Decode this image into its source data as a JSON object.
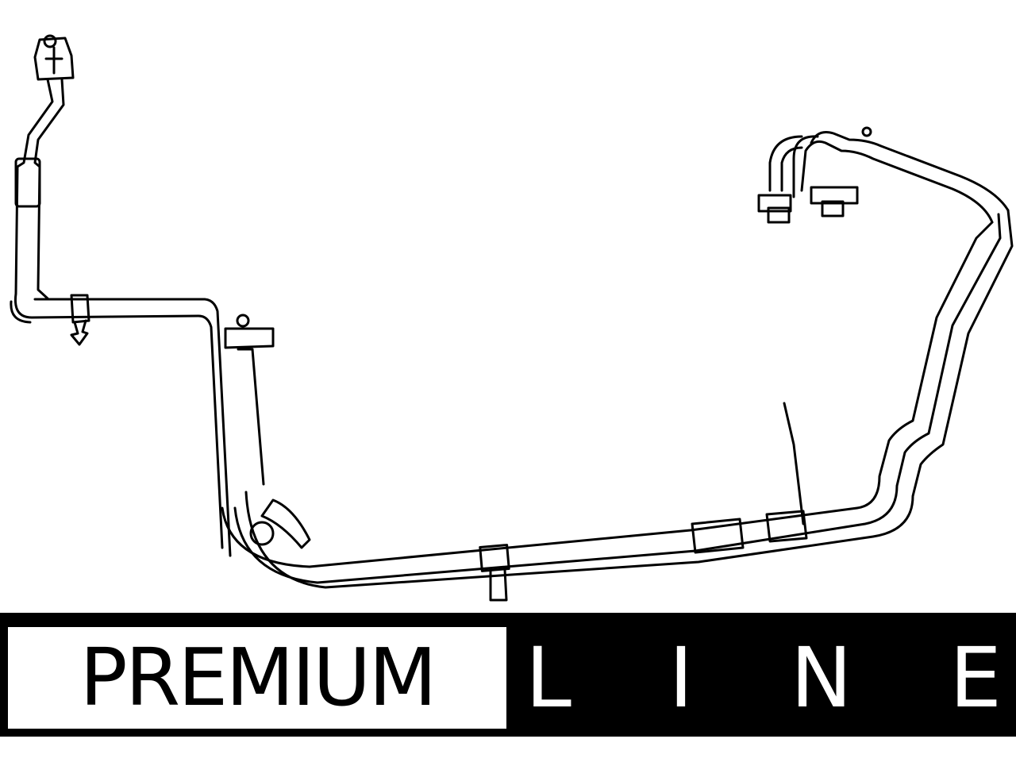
{
  "banner": {
    "left_text": "PREMIUM",
    "right_letters": [
      "L",
      "I",
      "N",
      "E"
    ]
  },
  "colors": {
    "line": "#000000",
    "background": "#ffffff",
    "banner": "#000000"
  },
  "icons": [
    "hose-line-drawing"
  ]
}
